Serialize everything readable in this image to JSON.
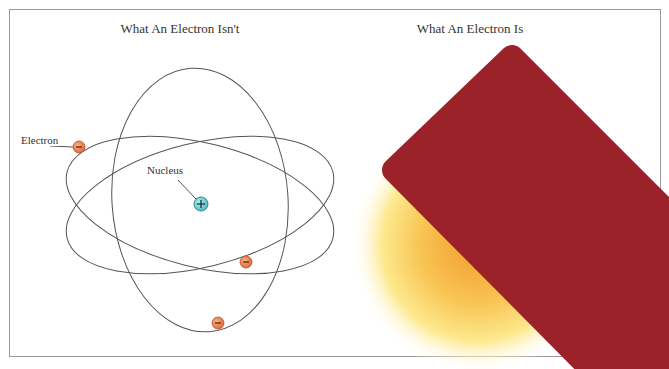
{
  "diagram": {
    "labels": [
      "What An Electron Isn't",
      "What An Electron Is",
      "Electron",
      "Nucleus"
    ]
  }
}
